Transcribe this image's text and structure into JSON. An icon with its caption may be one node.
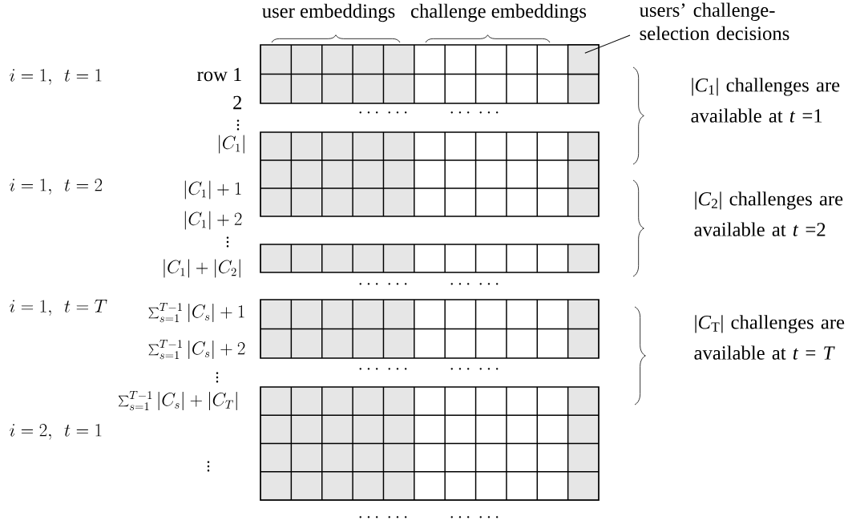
{
  "diagram": {
    "nodes": [
      {
        "text": [
          "users’ challenge-selection decisions"
        ]
      },
      {
        "text": [],
        "shape": "box"
      }
    ],
    "edges": [
      {
        "from": 0,
        "to": 1,
        "arrow": "none"
      }
    ],
    "labels": [
      "user embeddings",
      "challenge embeddings",
      "i=1,\\ \\ t=1",
      "row 1",
      "2",
      "\\vdots",
      "\\cdots\\ \\cdots",
      "\\cdots\\ \\cdots",
      "|C_1|",
      "|*C*$_{1}$| challenges are available at *t* =1",
      "i=1,\\ \\ t=2",
      "|C_1|+1",
      "|C_1|+2",
      "\\vdots",
      "|*C*$_{2}$| challenges are available at *t* =2",
      "|C_1|+|C_2|",
      "\\cdots\\ \\cdots",
      "\\cdots\\ \\cdots",
      "i=1,\\ \\ t=T",
      "\\sum_{s=1}^{T-1}|C_s|+1",
      "\\sum_{s=1}^{T-1}|C_s|+2",
      "\\cdots\\ \\cdots",
      "\\cdots\\ \\cdots",
      "\\vdots",
      "\\sum_{s=1}^{T-1}|C_s|+|C_T|",
      "|*C*$_{T}$| challenges are available at *t* = *T*",
      "i=2,\\ \\ t=1",
      "\\vdots",
      "\\cdots\\ \\cdots",
      "\\cdots\\ \\cdots"
    ]
  }
}
